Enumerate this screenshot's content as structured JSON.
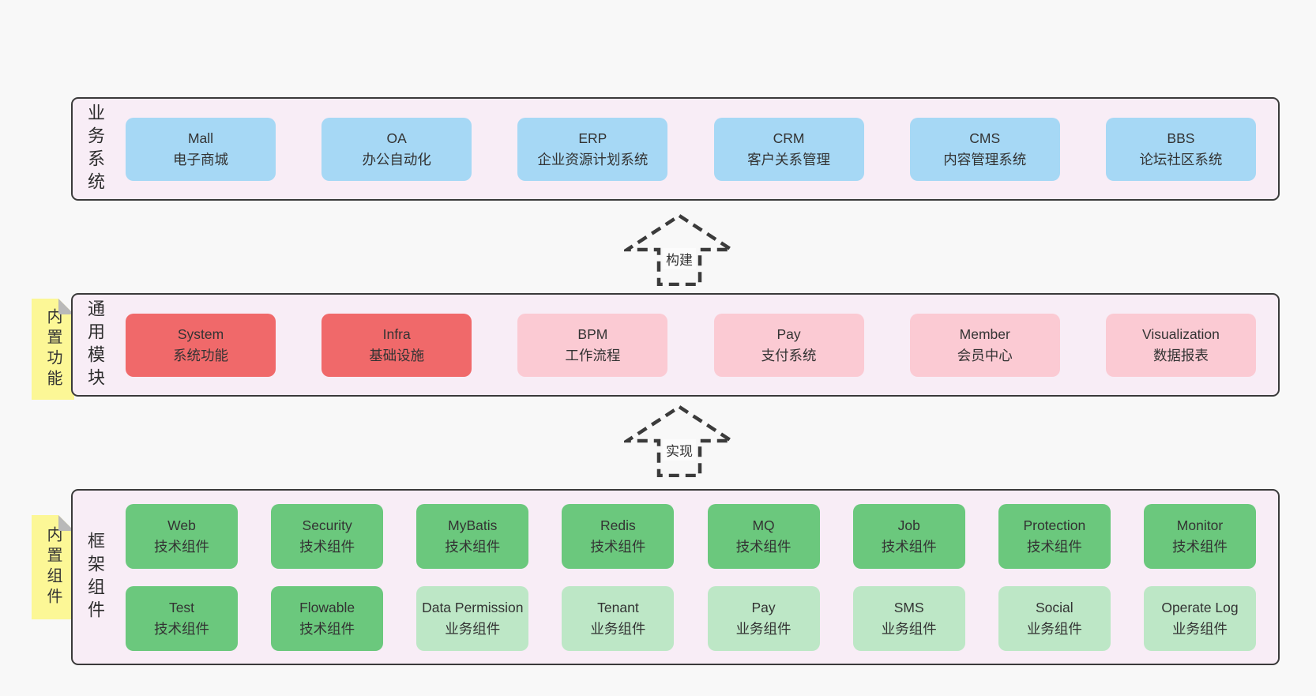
{
  "colors": {
    "page_bg": "#f8f8f8",
    "panel_bg": "#f8edf6",
    "panel_border": "#3a3a3a",
    "box_blue": "#a6d8f5",
    "box_red": "#f0696a",
    "box_pink": "#fbcad3",
    "box_green": "#6bc87d",
    "box_light_green": "#bde7c6",
    "note_yellow": "#fcf796",
    "note_fold_gray": "#b9b9b9",
    "text": "#333333"
  },
  "arrows": [
    {
      "label": "构建"
    },
    {
      "label": "实现"
    }
  ],
  "notes": [
    {
      "label": "内置功能"
    },
    {
      "label": "内置组件"
    }
  ],
  "panels": {
    "business": {
      "label": "业务系统",
      "boxes": [
        {
          "name": "Mall",
          "desc": "电子商城"
        },
        {
          "name": "OA",
          "desc": "办公自动化"
        },
        {
          "name": "ERP",
          "desc": "企业资源计划系统"
        },
        {
          "name": "CRM",
          "desc": "客户关系管理"
        },
        {
          "name": "CMS",
          "desc": "内容管理系统"
        },
        {
          "name": "BBS",
          "desc": "论坛社区系统"
        }
      ]
    },
    "modules": {
      "label": "通用模块",
      "boxes": [
        {
          "name": "System",
          "desc": "系统功能"
        },
        {
          "name": "Infra",
          "desc": "基础设施"
        },
        {
          "name": "BPM",
          "desc": "工作流程"
        },
        {
          "name": "Pay",
          "desc": "支付系统"
        },
        {
          "name": "Member",
          "desc": "会员中心"
        },
        {
          "name": "Visualization",
          "desc": "数据报表"
        }
      ]
    },
    "framework": {
      "label": "框架组件",
      "row1": [
        {
          "name": "Web",
          "desc": "技术组件"
        },
        {
          "name": "Security",
          "desc": "技术组件"
        },
        {
          "name": "MyBatis",
          "desc": "技术组件"
        },
        {
          "name": "Redis",
          "desc": "技术组件"
        },
        {
          "name": "MQ",
          "desc": "技术组件"
        },
        {
          "name": "Job",
          "desc": "技术组件"
        },
        {
          "name": "Protection",
          "desc": "技术组件"
        },
        {
          "name": "Monitor",
          "desc": "技术组件"
        }
      ],
      "row2": [
        {
          "name": "Test",
          "desc": "技术组件"
        },
        {
          "name": "Flowable",
          "desc": "技术组件"
        },
        {
          "name": "Data Permission",
          "desc": "业务组件"
        },
        {
          "name": "Tenant",
          "desc": "业务组件"
        },
        {
          "name": "Pay",
          "desc": "业务组件"
        },
        {
          "name": "SMS",
          "desc": "业务组件"
        },
        {
          "name": "Social",
          "desc": "业务组件"
        },
        {
          "name": "Operate Log",
          "desc": "业务组件"
        }
      ]
    }
  }
}
